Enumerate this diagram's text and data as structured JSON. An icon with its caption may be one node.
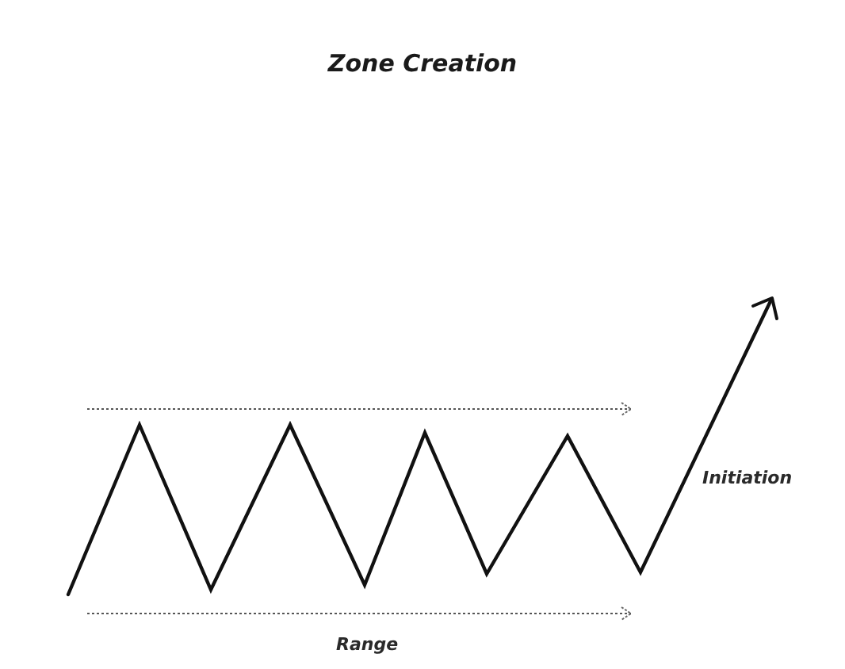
{
  "diagram": {
    "title": "Zone Creation",
    "labels": [
      "Initiation",
      "Range"
    ]
  }
}
